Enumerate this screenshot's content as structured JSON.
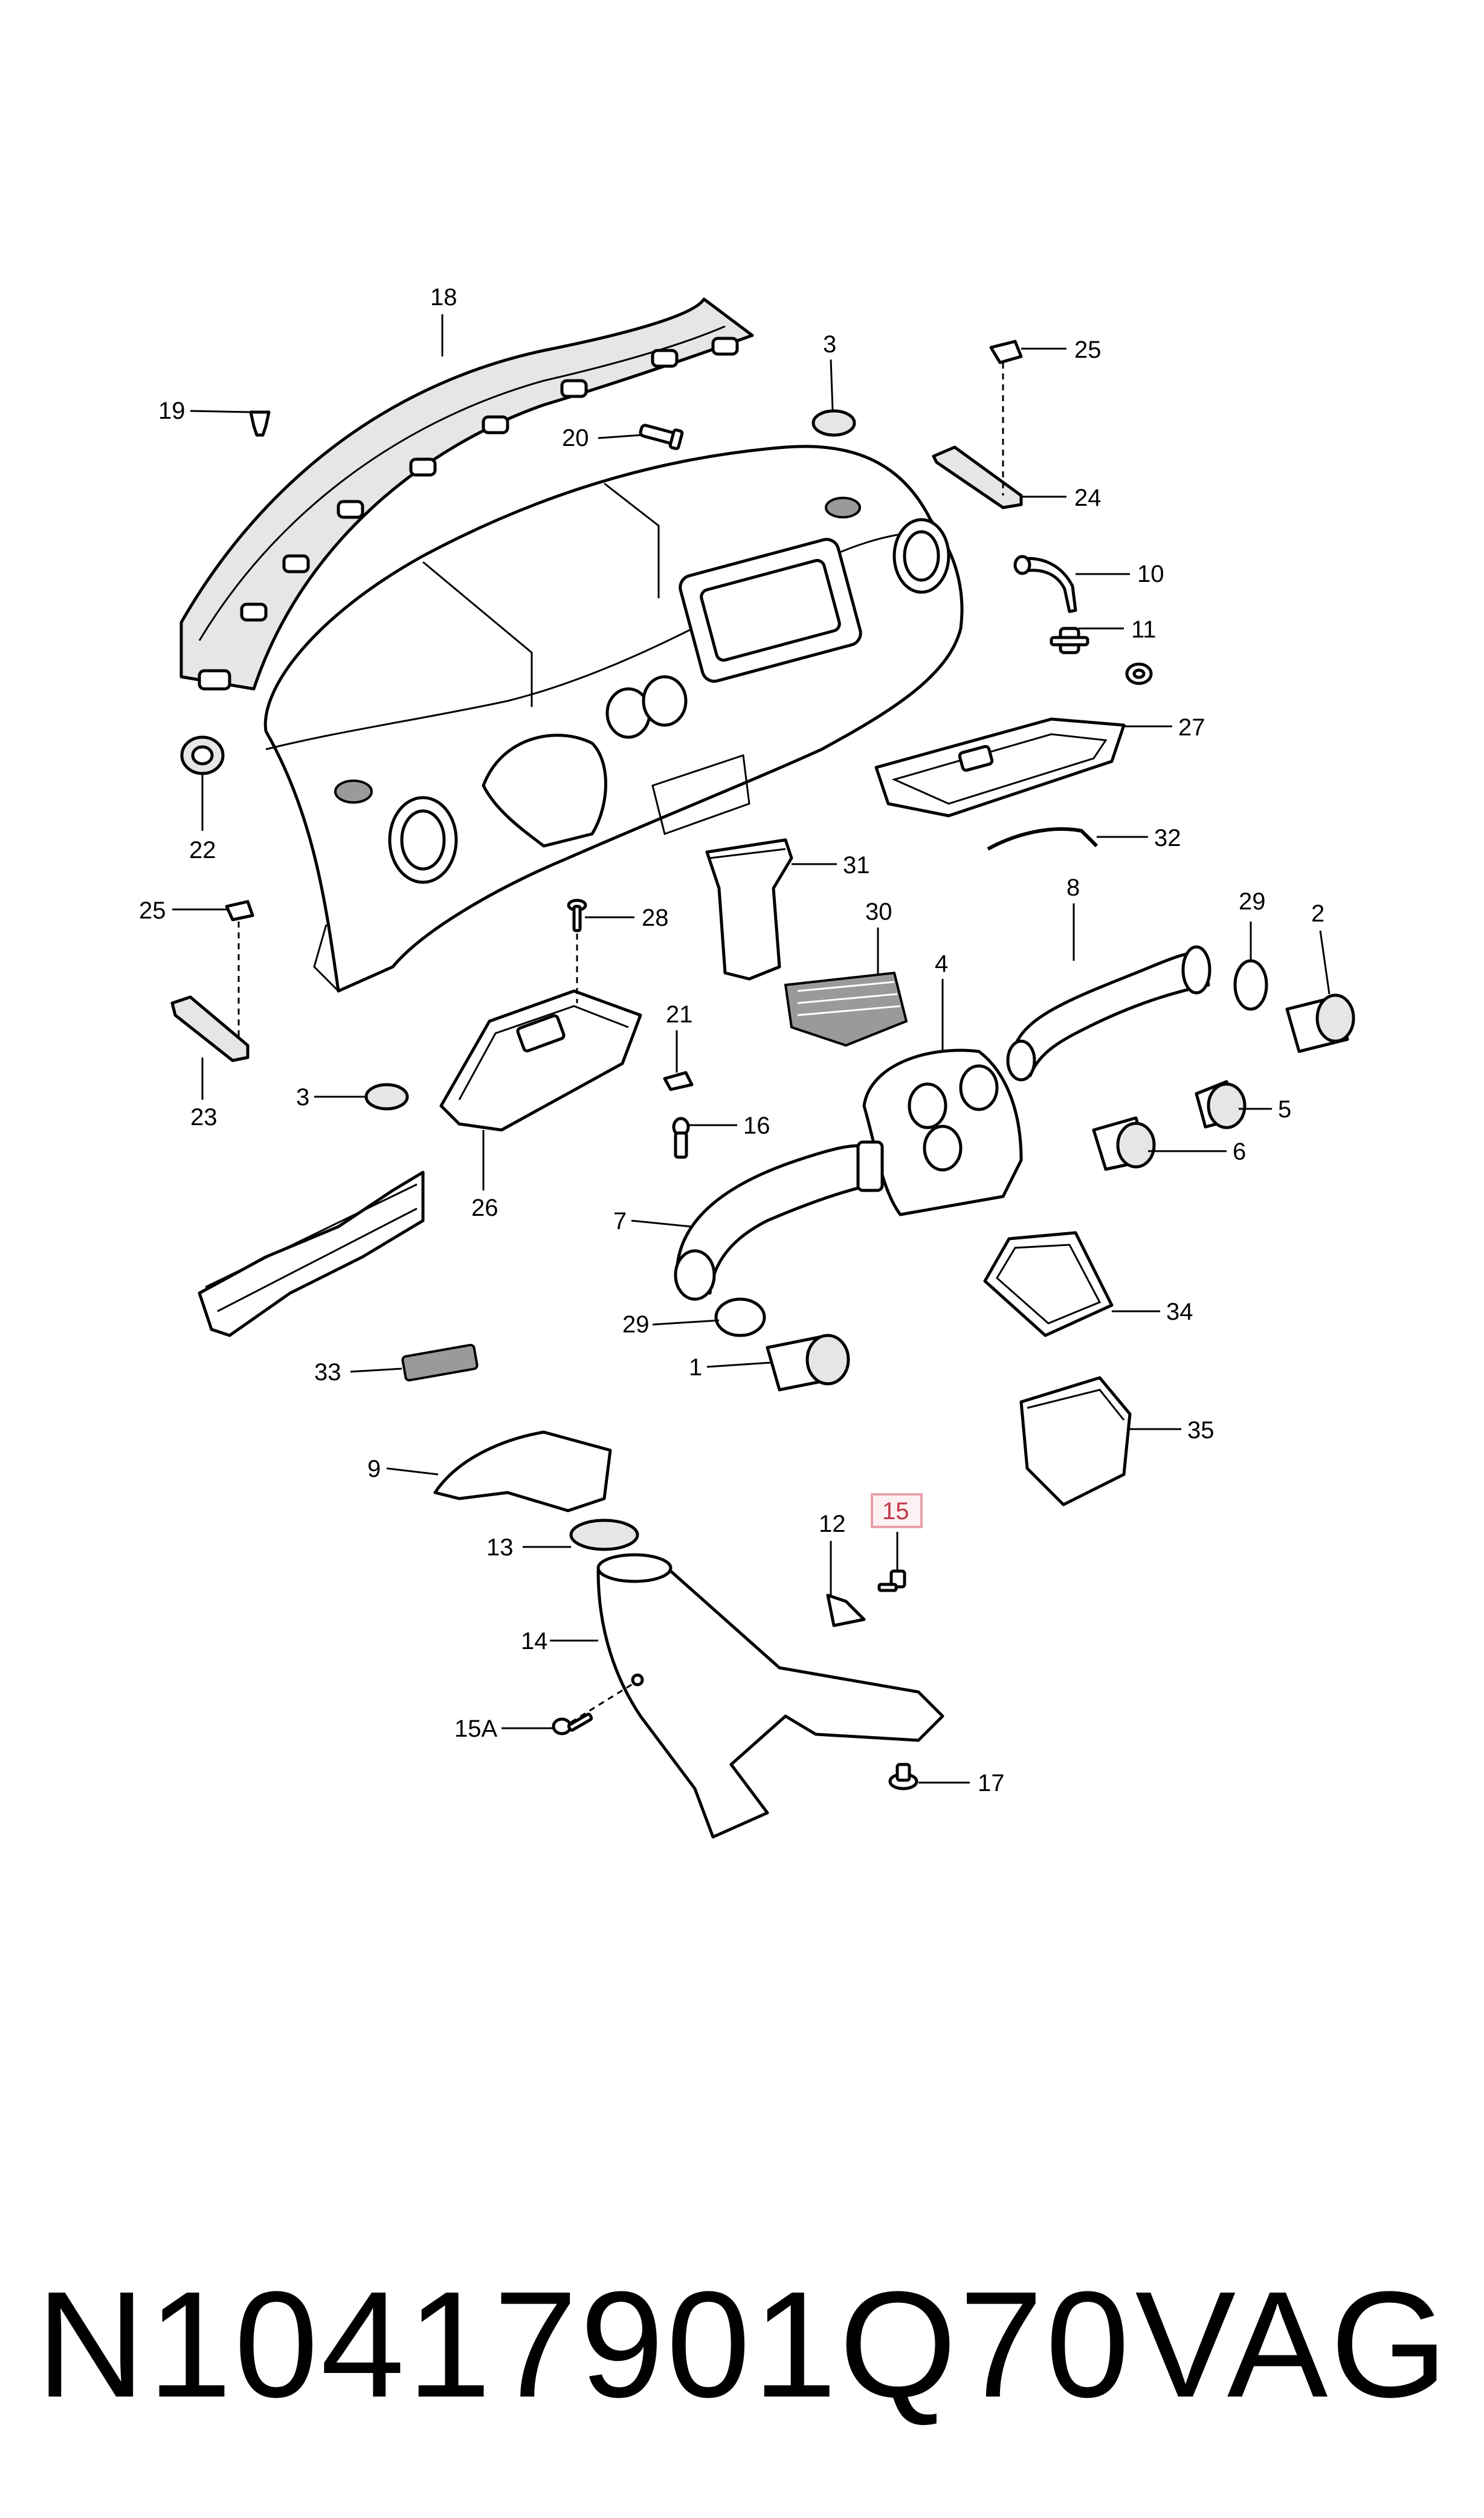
{
  "footer": {
    "part_number": "N10417901Q70",
    "brand": "VAG"
  },
  "highlighted_callout": "15",
  "callouts": {
    "c18": "18",
    "c19": "19",
    "c20": "20",
    "c3a": "3",
    "c25a": "25",
    "c24": "24",
    "c10": "10",
    "c11": "11",
    "c27": "27",
    "c22": "22",
    "c32": "32",
    "c31": "31",
    "c25b": "25",
    "c28": "28",
    "c30": "30",
    "c8": "8",
    "c29a": "29",
    "c2": "2",
    "c4": "4",
    "c21": "21",
    "c23": "23",
    "c3b": "3",
    "c16": "16",
    "c5": "5",
    "c6": "6",
    "c26": "26",
    "c7": "7",
    "c34": "34",
    "c29b": "29",
    "c1": "1",
    "c33": "33",
    "c35": "35",
    "c9": "9",
    "c15": "15",
    "c12": "12",
    "c13": "13",
    "c14": "14",
    "c15A": "15A",
    "c17": "17"
  },
  "colors": {
    "highlight_border": "#e8a0a8",
    "highlight_fill": "#fdf0f2",
    "ink": "#000000"
  }
}
